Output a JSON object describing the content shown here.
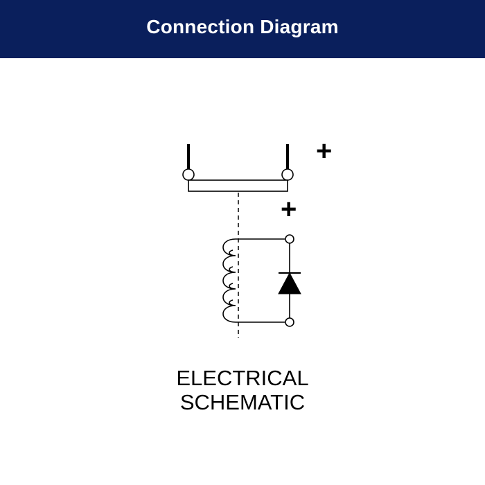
{
  "header": {
    "title": "Connection Diagram",
    "background_color": "#0a1f5c"
  },
  "schematic": {
    "terminal_contacts_plus": "+",
    "coil_plus": "+",
    "caption_line1": "ELECTRICAL",
    "caption_line2": "SCHEMATIC"
  }
}
